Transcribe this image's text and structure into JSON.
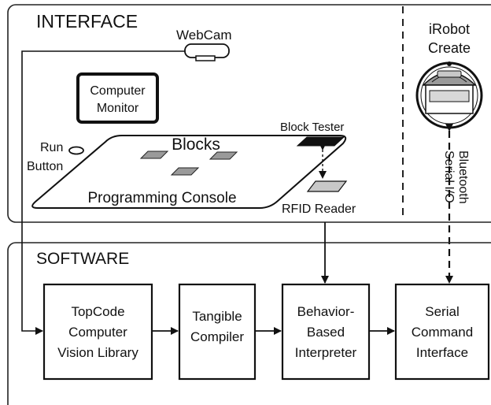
{
  "interface": {
    "title": "INTERFACE",
    "webcam": "WebCam",
    "monitor": [
      "Computer",
      "Monitor"
    ],
    "block_tester": "Block Tester",
    "blocks": "Blocks",
    "run_button": [
      "Run",
      "Button"
    ],
    "console": "Programming Console",
    "rfid_reader": "RFID Reader"
  },
  "robot": {
    "title": [
      "iRobot",
      "Create"
    ],
    "link": [
      "Bluetooth",
      "Serial I/O"
    ]
  },
  "software": {
    "title": "SOFTWARE",
    "boxes": [
      [
        "TopCode",
        "Computer",
        "Vision Library"
      ],
      [
        "Tangible",
        "Compiler"
      ],
      [
        "Behavior-",
        "Based",
        "Interpreter"
      ],
      [
        "Serial",
        "Command",
        "Interface"
      ]
    ]
  }
}
